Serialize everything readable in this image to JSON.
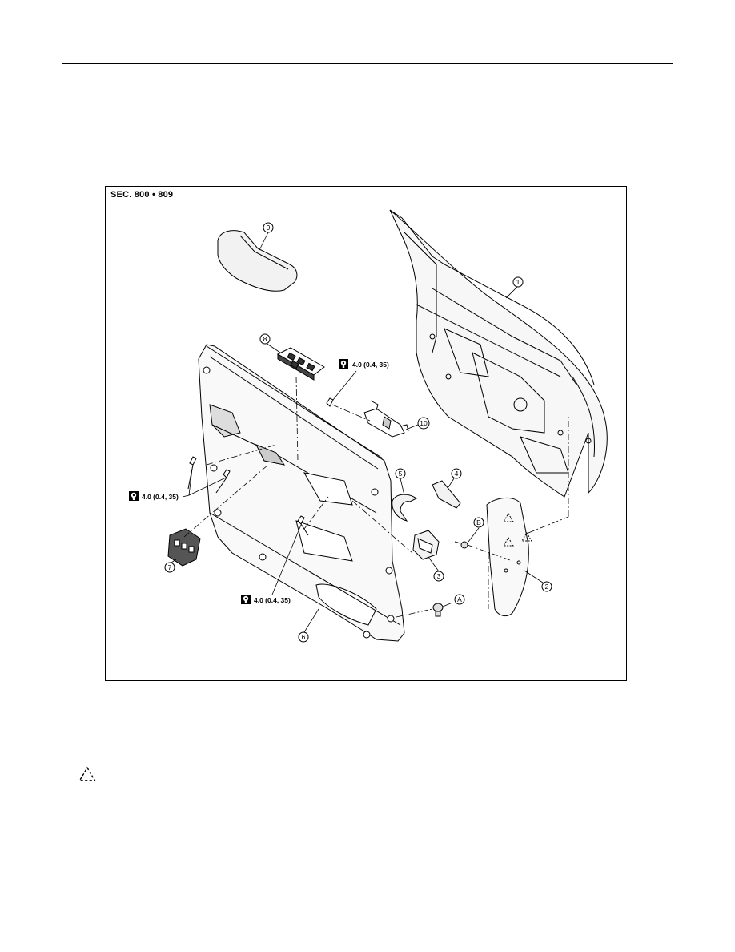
{
  "section_label": "SEC. 800 • 809",
  "callouts": {
    "c1": "1",
    "c2": "2",
    "c3": "3",
    "c4": "4",
    "c5": "5",
    "c6": "6",
    "c7": "7",
    "c8": "8",
    "c9": "9",
    "c10": "10",
    "cA": "A",
    "cB": "B"
  },
  "torque_specs": {
    "t1": "4.0 (0.4, 35)",
    "t2": "4.0 (0.4, 35)",
    "t3": "4.0 (0.4, 35)"
  },
  "icons": {
    "torque": "torque-wrench-icon",
    "clip_marker": "dashed-triangle-icon"
  }
}
